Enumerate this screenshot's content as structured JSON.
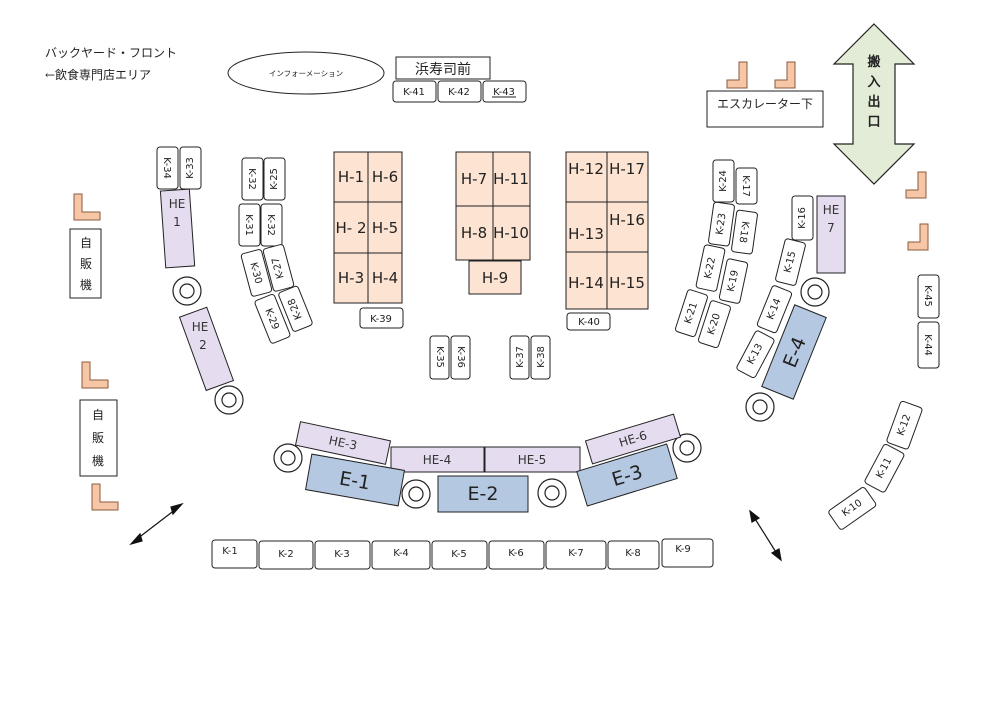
{
  "header": {
    "line1": "バックヤード・フロント",
    "line2": "←飲食専門店エリア"
  },
  "landmarks": {
    "information": "インフォーメーション",
    "hamazushi": "浜寿司前",
    "escalator": "エスカレーター下",
    "loading": [
      "搬",
      "入",
      "出",
      "口"
    ],
    "vending": [
      "自",
      "販",
      "機"
    ]
  },
  "k_booths": {
    "k1": "K-1",
    "k2": "K-2",
    "k3": "K-3",
    "k4": "K-4",
    "k5": "K-5",
    "k6": "K-6",
    "k7": "K-7",
    "k8": "K-8",
    "k9": "K-9",
    "k10": "K-10",
    "k11": "K-11",
    "k12": "K-12",
    "k13": "K-13",
    "k14": "K-14",
    "k15": "K-15",
    "k16": "K-16",
    "k17": "K-17",
    "k18": "K-18",
    "k19": "K-19",
    "k20": "K-20",
    "k21": "K-21",
    "k22": "K-22",
    "k23": "K-23",
    "k24": "K-24",
    "k25": "K-25",
    "k27": "K-27",
    "k28": "K-28",
    "k29": "K-29",
    "k30": "K-30",
    "k31": "K-31",
    "k32": "K-32",
    "k33": "K-33",
    "k34": "K-34",
    "k35": "K-35",
    "k36": "K-36",
    "k37": "K-37",
    "k38": "K-38",
    "k39": "K-39",
    "k40": "K-40",
    "k41": "K-41",
    "k42": "K-42",
    "k43": "K-43",
    "k44": "K-44",
    "k45": "K-45"
  },
  "h_booths": {
    "h1": "H-1",
    "h2": "H- 2",
    "h3": "H-3",
    "h4": "H-4",
    "h5": "H-5",
    "h6": "H-6",
    "h7": "H-7",
    "h8": "H-8",
    "h9": "H-9",
    "h10": "H-10",
    "h11": "H-11",
    "h12": "H-12",
    "h13": "H-13",
    "h14": "H-14",
    "h15": "H-15",
    "h16": "H-16",
    "h17": "H-17"
  },
  "he_booths": {
    "he1": [
      "HE",
      "1"
    ],
    "he2": [
      "HE",
      "2"
    ],
    "he3": "HE-3",
    "he4": "HE-4",
    "he5": "HE-5",
    "he6": "HE-6",
    "he7": [
      "HE",
      "7"
    ]
  },
  "e_booths": {
    "e1": "E-1",
    "e2": "E-2",
    "e3": "E-3",
    "e4": "E-4"
  },
  "colors": {
    "h": "#fce3d2",
    "he": "#e6dcef",
    "e": "#b5c8e1",
    "bench": "#f7c6a6",
    "loading": "#e2ecd6"
  }
}
